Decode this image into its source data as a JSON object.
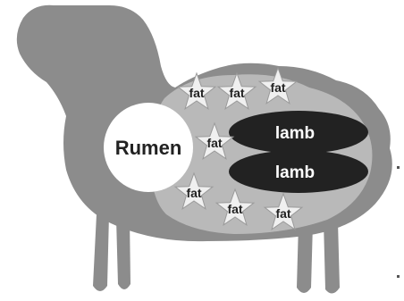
{
  "diagram": {
    "rumen_label": "Rumen",
    "lamb_labels": [
      "lamb",
      "lamb"
    ],
    "fat_labels": [
      "fat",
      "fat",
      "fat",
      "fat",
      "fat",
      "fat",
      "fat"
    ],
    "colors": {
      "body": "#8c8c8c",
      "belly": "#b9b9b9",
      "rumen": "#ffffff",
      "lamb": "#222222",
      "star_fill": "#f0f0f0",
      "star_stroke": "#9a9a9a"
    }
  }
}
